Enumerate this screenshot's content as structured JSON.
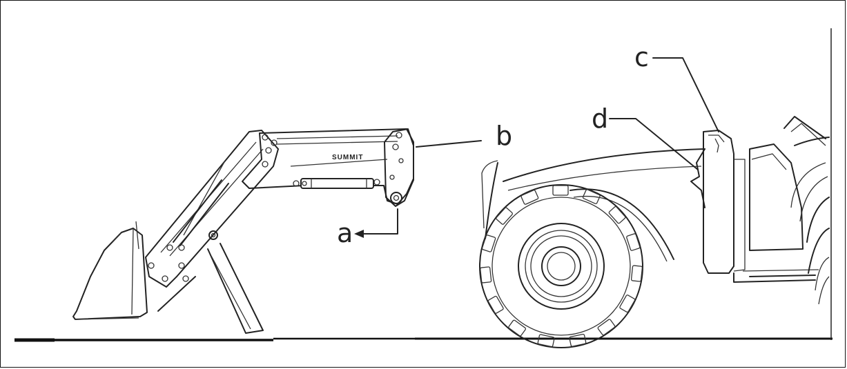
{
  "callouts": {
    "a": "a",
    "b": "b",
    "c": "c",
    "d": "d"
  },
  "loader": {
    "brand_logo": "SUMMIT"
  },
  "colors": {
    "line": "#222222",
    "background": "#ffffff"
  }
}
